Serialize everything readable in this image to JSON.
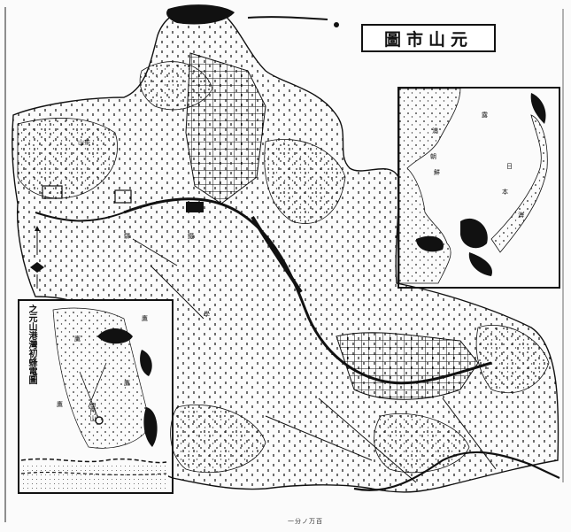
{
  "map": {
    "title": "圖市山元",
    "scale_note": "一分ノ万百",
    "inset_port": {
      "caption": "之元山港灣初蜂電圖",
      "labels": [
        {
          "id": "port-label-1",
          "text": "鷹"
        },
        {
          "id": "port-label-2",
          "text": "鷹"
        },
        {
          "id": "port-label-3",
          "text": "鷹"
        },
        {
          "id": "port-label-4",
          "text": "鷹"
        },
        {
          "id": "port-label-5",
          "text": "望門山"
        }
      ]
    },
    "inset_region": {
      "labels": [
        {
          "id": "region-label-sea-japan",
          "text": "日"
        },
        {
          "id": "region-label-sea-2",
          "text": "本"
        },
        {
          "id": "region-label-sea-3",
          "text": "海"
        },
        {
          "id": "region-label-korea-1",
          "text": "朝"
        },
        {
          "id": "region-label-korea-2",
          "text": "鮮"
        },
        {
          "id": "region-label-manchuria",
          "text": "満"
        },
        {
          "id": "region-label-russia",
          "text": "露"
        }
      ]
    },
    "main_labels": [
      {
        "id": "main-label-hill",
        "text": "山茶"
      },
      {
        "id": "main-label-station",
        "text": "驛"
      },
      {
        "id": "main-label-1",
        "text": "鐵"
      },
      {
        "id": "main-label-2",
        "text": "學"
      }
    ],
    "colors": {
      "ink": "#111111",
      "paper": "#fbfbfb",
      "sea": "#ffffff"
    },
    "icons": [
      "compass-rose-icon"
    ]
  }
}
